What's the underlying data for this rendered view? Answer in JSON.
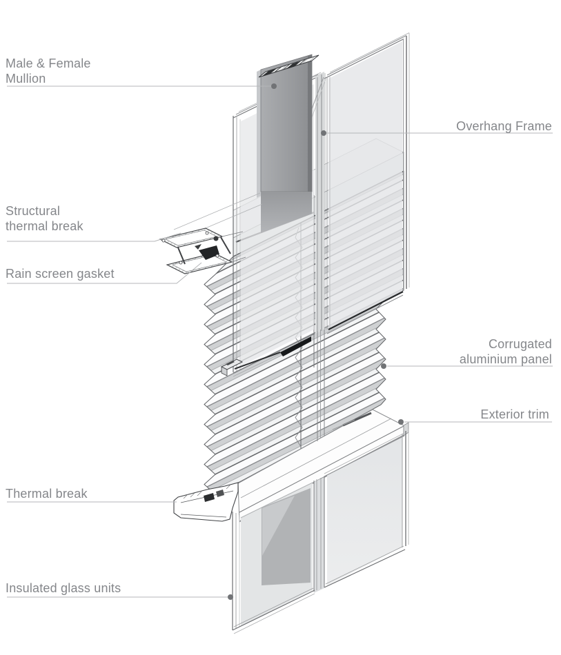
{
  "labels": {
    "male_female_mullion": {
      "line1": "Male & Female",
      "line2": "Mullion"
    },
    "overhang_frame": {
      "line1": "Overhang Frame"
    },
    "structural_thermal_break": {
      "line1": "Structural",
      "line2": "thermal break"
    },
    "rain_screen_gasket": {
      "line1": "Rain screen gasket"
    },
    "corrugated_panel": {
      "line1": "Corrugated",
      "line2": "aluminium panel"
    },
    "exterior_trim": {
      "line1": "Exterior trim"
    },
    "thermal_break": {
      "line1": "Thermal break"
    },
    "insulated_glass_units": {
      "line1": "Insulated glass units"
    }
  },
  "palette": {
    "background": "#ffffff",
    "label_text": "#84868a",
    "leader_line": "#b4b6b8",
    "leader_dot": "#717376",
    "mullion_dark": "#979a9d",
    "glass_tint": "#e2e4e5",
    "section_outline": "#3f4144"
  }
}
